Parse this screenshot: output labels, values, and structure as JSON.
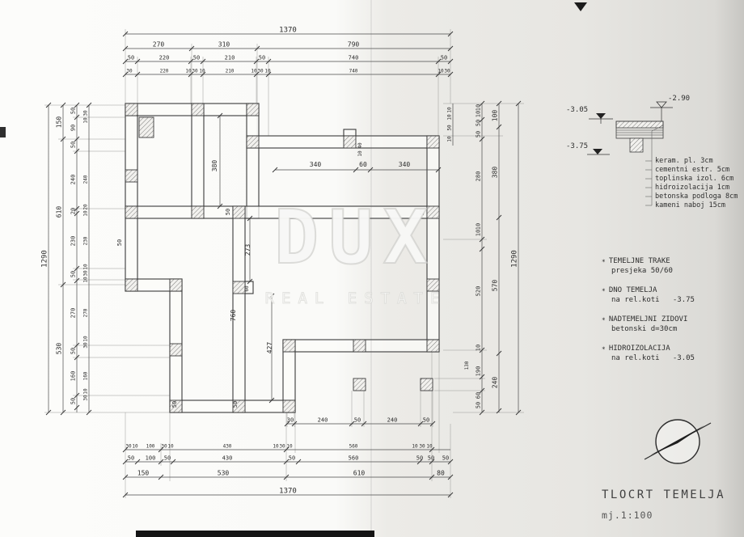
{
  "title_block": {
    "title": "TLOCRT TEMELJA",
    "scale": "mj.1:100"
  },
  "watermark": {
    "logo": "DUX",
    "subtitle": "REAL ESTATE"
  },
  "detail_section": {
    "elevation_left": "-3.05",
    "elevation_right": "-2.90",
    "elevation_bottom": "-3.75",
    "layers": [
      "keram. pl. 3cm",
      "cementni estr. 5cm",
      "toplinska izol. 6cm",
      "hidroizolacija 1cm",
      "betonska podloga 8cm",
      "kameni naboj 15cm"
    ]
  },
  "notes": [
    {
      "bullet": "∗",
      "title": "TEMELJNE TRAKE",
      "detail": "presjeka 50/60"
    },
    {
      "bullet": "∗",
      "title": "DNO TEMELJA",
      "detail": "na rel.koti   -3.75"
    },
    {
      "bullet": "∗",
      "title": "NADTEMELJNI ZIDOVI",
      "detail": "betonski d=30cm"
    },
    {
      "bullet": "∗",
      "title": "HIDROIZOLACIJA",
      "detail": "na rel.koti   -3.05"
    }
  ],
  "dimensions": {
    "top": [
      [
        "1370"
      ],
      [
        "270",
        "310",
        "790"
      ],
      [
        "50",
        "220",
        "50",
        "210",
        "50",
        "740",
        "50"
      ],
      [
        "30",
        "220",
        "10",
        "30",
        "10",
        "210",
        "10",
        "30",
        "10",
        "740",
        "10",
        "30"
      ]
    ],
    "left": [
      [
        "1290"
      ],
      [
        "150",
        "610",
        "530"
      ],
      [
        "50",
        "90",
        "50",
        "240",
        "20",
        "230",
        "50",
        "270",
        "50",
        "160",
        "50"
      ],
      [
        "30",
        "10",
        "240",
        "20",
        "10",
        "230",
        "10",
        "30",
        "10",
        "270",
        "10",
        "30",
        "160",
        "10",
        "30"
      ]
    ],
    "right": [
      [
        "10",
        "10",
        "50",
        "50",
        "280",
        "10",
        "10",
        "520",
        "10",
        "190",
        "60",
        "50"
      ],
      [
        "100",
        "380",
        "570",
        "240"
      ],
      [
        "1290"
      ]
    ],
    "right_edge": [
      "10",
      "10",
      "50",
      "10"
    ],
    "bottom": [
      [
        "30",
        "240",
        "50",
        "240",
        "50"
      ],
      [
        "30",
        "10",
        "100",
        "30",
        "10",
        "430",
        "10",
        "30",
        "10",
        "560",
        "10",
        "30",
        "10"
      ],
      [
        "50",
        "100",
        "50",
        "430",
        "50",
        "560",
        "50",
        "50",
        "50"
      ],
      [
        "150",
        "530",
        "610",
        "80"
      ],
      [
        "1370"
      ]
    ],
    "interior": [
      "340",
      "60",
      "340",
      "380",
      "273",
      "60",
      "760",
      "427",
      "40",
      "10",
      "50",
      "50",
      "50",
      "50",
      "50",
      "130"
    ]
  }
}
